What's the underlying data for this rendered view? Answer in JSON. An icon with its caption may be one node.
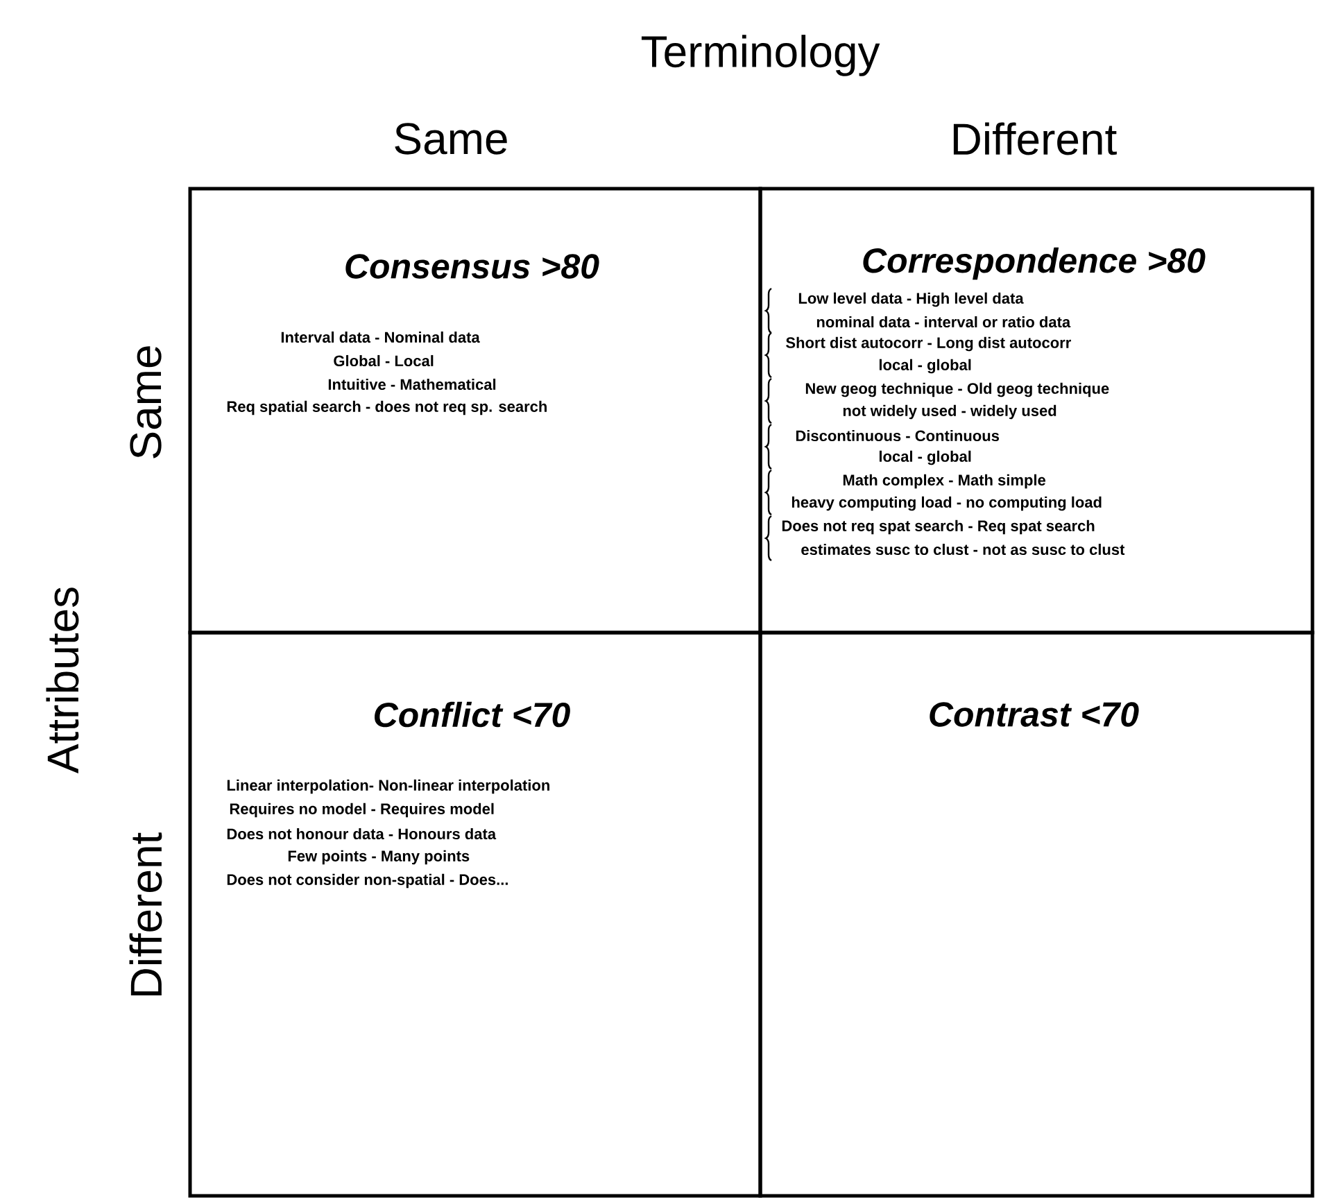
{
  "diagram": {
    "nodes": [
      {
        "text": [
          "Consensus >80",
          "Interval data - Nominal data",
          "Global - Local",
          "Intuitive - Mathematical",
          "Req spatial search - does not req sp. search"
        ]
      },
      {
        "text": [
          "Correspondence >80",
          "Low level data - High level data",
          "nominal data - interval or ratio data",
          "Short dist autocorr - Long dist autocorr",
          "local - global",
          "New geog technique - Old geog technique",
          "not widely used - widely used",
          "Discontinuous - Continuous",
          "local - global",
          "Math complex - Math simple",
          "heavy computing load - no computing load",
          "Does not req spat search - Req spat search",
          "estimates susc to clust - not as susc to clust"
        ]
      },
      {
        "text": [
          "Conflict <70",
          "Linear interpolation- Non-linear interpolation",
          "Requires no model - Requires model",
          "Does not honour data - Honours data",
          "Few points - Many points",
          "Does not consider non-spatial - Does..."
        ]
      },
      {
        "text": [
          "Contrast <70"
        ]
      }
    ],
    "labels": [
      "Terminology",
      "Same",
      "Different",
      "Attributes",
      "Same",
      "Different"
    ]
  }
}
